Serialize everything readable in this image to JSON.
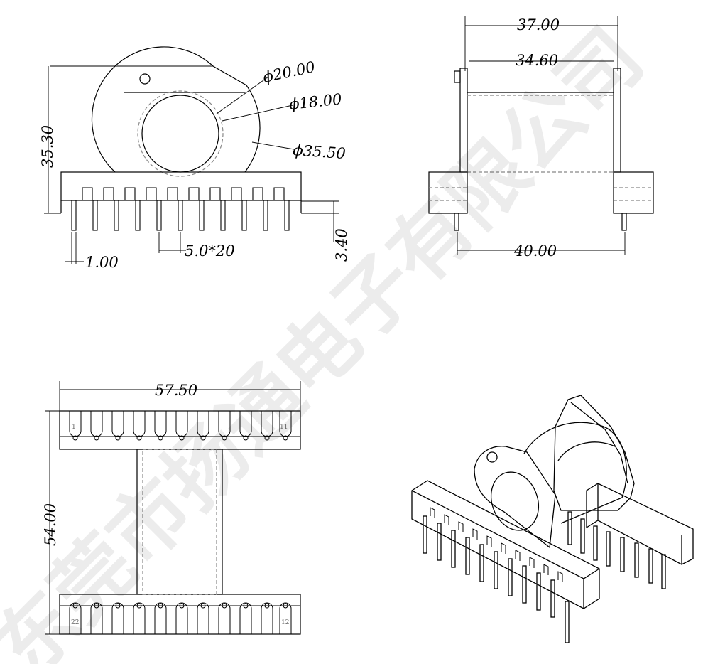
{
  "dimensions": {
    "d_outer_flange": "ϕ20.00",
    "d_inner": "ϕ18.00",
    "d_outer": "ϕ35.50",
    "height_total": "35.30",
    "pin_length": "3.40",
    "pin_width": "1.00",
    "pin_pitch": "5.0*20",
    "side_width_outer": "37.00",
    "side_width_inner": "34.60",
    "side_base_width": "40.00",
    "top_length": "57.50",
    "top_height": "54.00"
  },
  "pin_labels": {
    "p1": "1",
    "p11": "11",
    "p22": "22",
    "p12": "12"
  },
  "watermark": "东莞市扬通电子有限公司"
}
